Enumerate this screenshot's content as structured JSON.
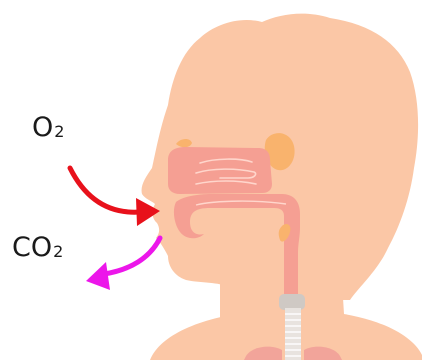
{
  "diagram": {
    "labels": {
      "inhale_main": "O",
      "inhale_sub": "2",
      "exhale_main": "CO",
      "exhale_sub": "2"
    },
    "colors": {
      "skin": "#fbc7a6",
      "cavity": "#f59f93",
      "cavity_line": "#ffd6cc",
      "sinus_spot": "#f9b36d",
      "trachea": "#e8e3df",
      "larynx": "#cfc9c4",
      "lung": "#f2a49a",
      "inhale_arrow": "#e8111b",
      "exhale_arrow": "#ec16ea",
      "background": "#ffffff"
    },
    "icons": {
      "inhale": "arrow-into-nose",
      "exhale": "arrow-out-of-mouth"
    }
  }
}
